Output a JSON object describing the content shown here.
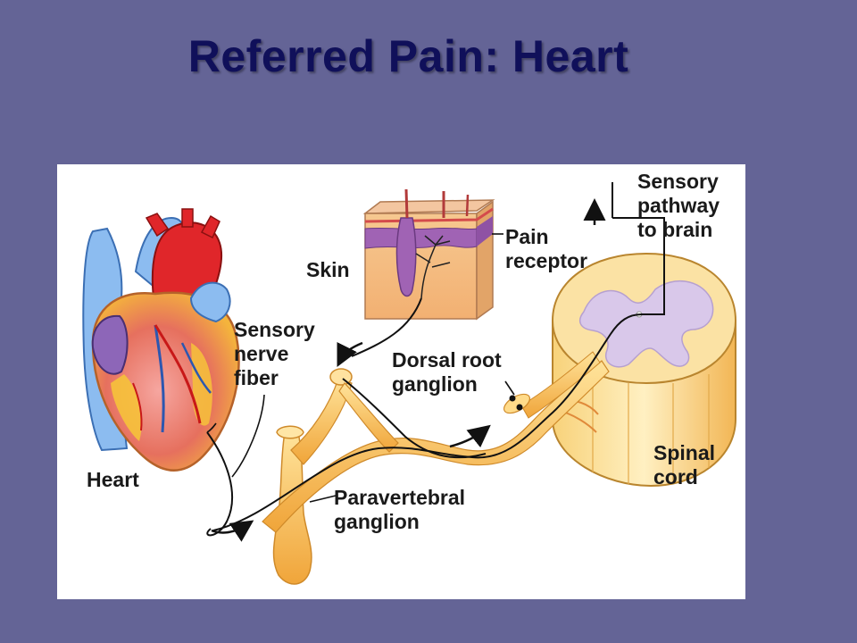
{
  "slide": {
    "title": "Referred Pain: Heart"
  },
  "diagram": {
    "labels": {
      "heart": "Heart",
      "skin": "Skin",
      "pain_receptor_line1": "Pain",
      "pain_receptor_line2": "receptor",
      "sensory_nerve_fiber_line1": "Sensory",
      "sensory_nerve_fiber_line2": "nerve",
      "sensory_nerve_fiber_line3": "fiber",
      "dorsal_root_ganglion_line1": "Dorsal root",
      "dorsal_root_ganglion_line2": "ganglion",
      "sensory_pathway_line1": "Sensory",
      "sensory_pathway_line2": "pathway",
      "sensory_pathway_line3": "to brain",
      "spinal_cord_line1": "Spinal",
      "spinal_cord_line2": "cord",
      "paravertebral_ganglion_line1": "Paravertebral",
      "paravertebral_ganglion_line2": "ganglion"
    },
    "colors": {
      "background": "#646496",
      "title": "#10105a",
      "nerve": "#f7c15a",
      "heart_red": "#e02424",
      "heart_blue": "#7fb3e8",
      "spinal_gray_matter": "#d9c8ea"
    }
  }
}
